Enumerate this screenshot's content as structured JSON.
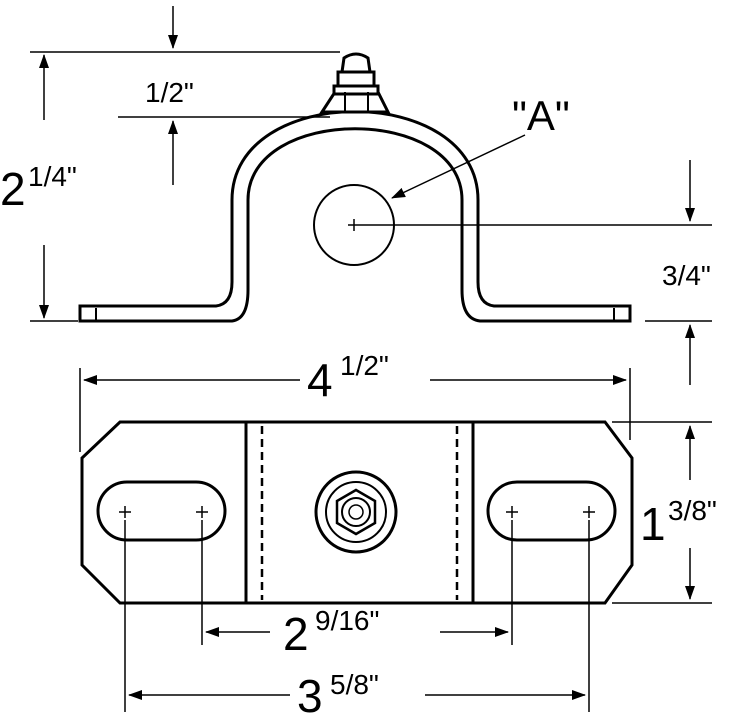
{
  "dimensions": {
    "overall_height": {
      "whole": "2",
      "fraction": "1/4\""
    },
    "top_offset": "1/2\"",
    "hole_height": "3/4\"",
    "overall_length": {
      "whole": "4",
      "fraction": "1/2\""
    },
    "base_width": {
      "whole": "1",
      "fraction": "3/8\""
    },
    "inner_slot_spacing": {
      "whole": "2",
      "fraction": "9/16\""
    },
    "outer_slot_spacing": {
      "whole": "3",
      "fraction": "5/8\""
    }
  },
  "callout": {
    "label": "\"A\""
  }
}
